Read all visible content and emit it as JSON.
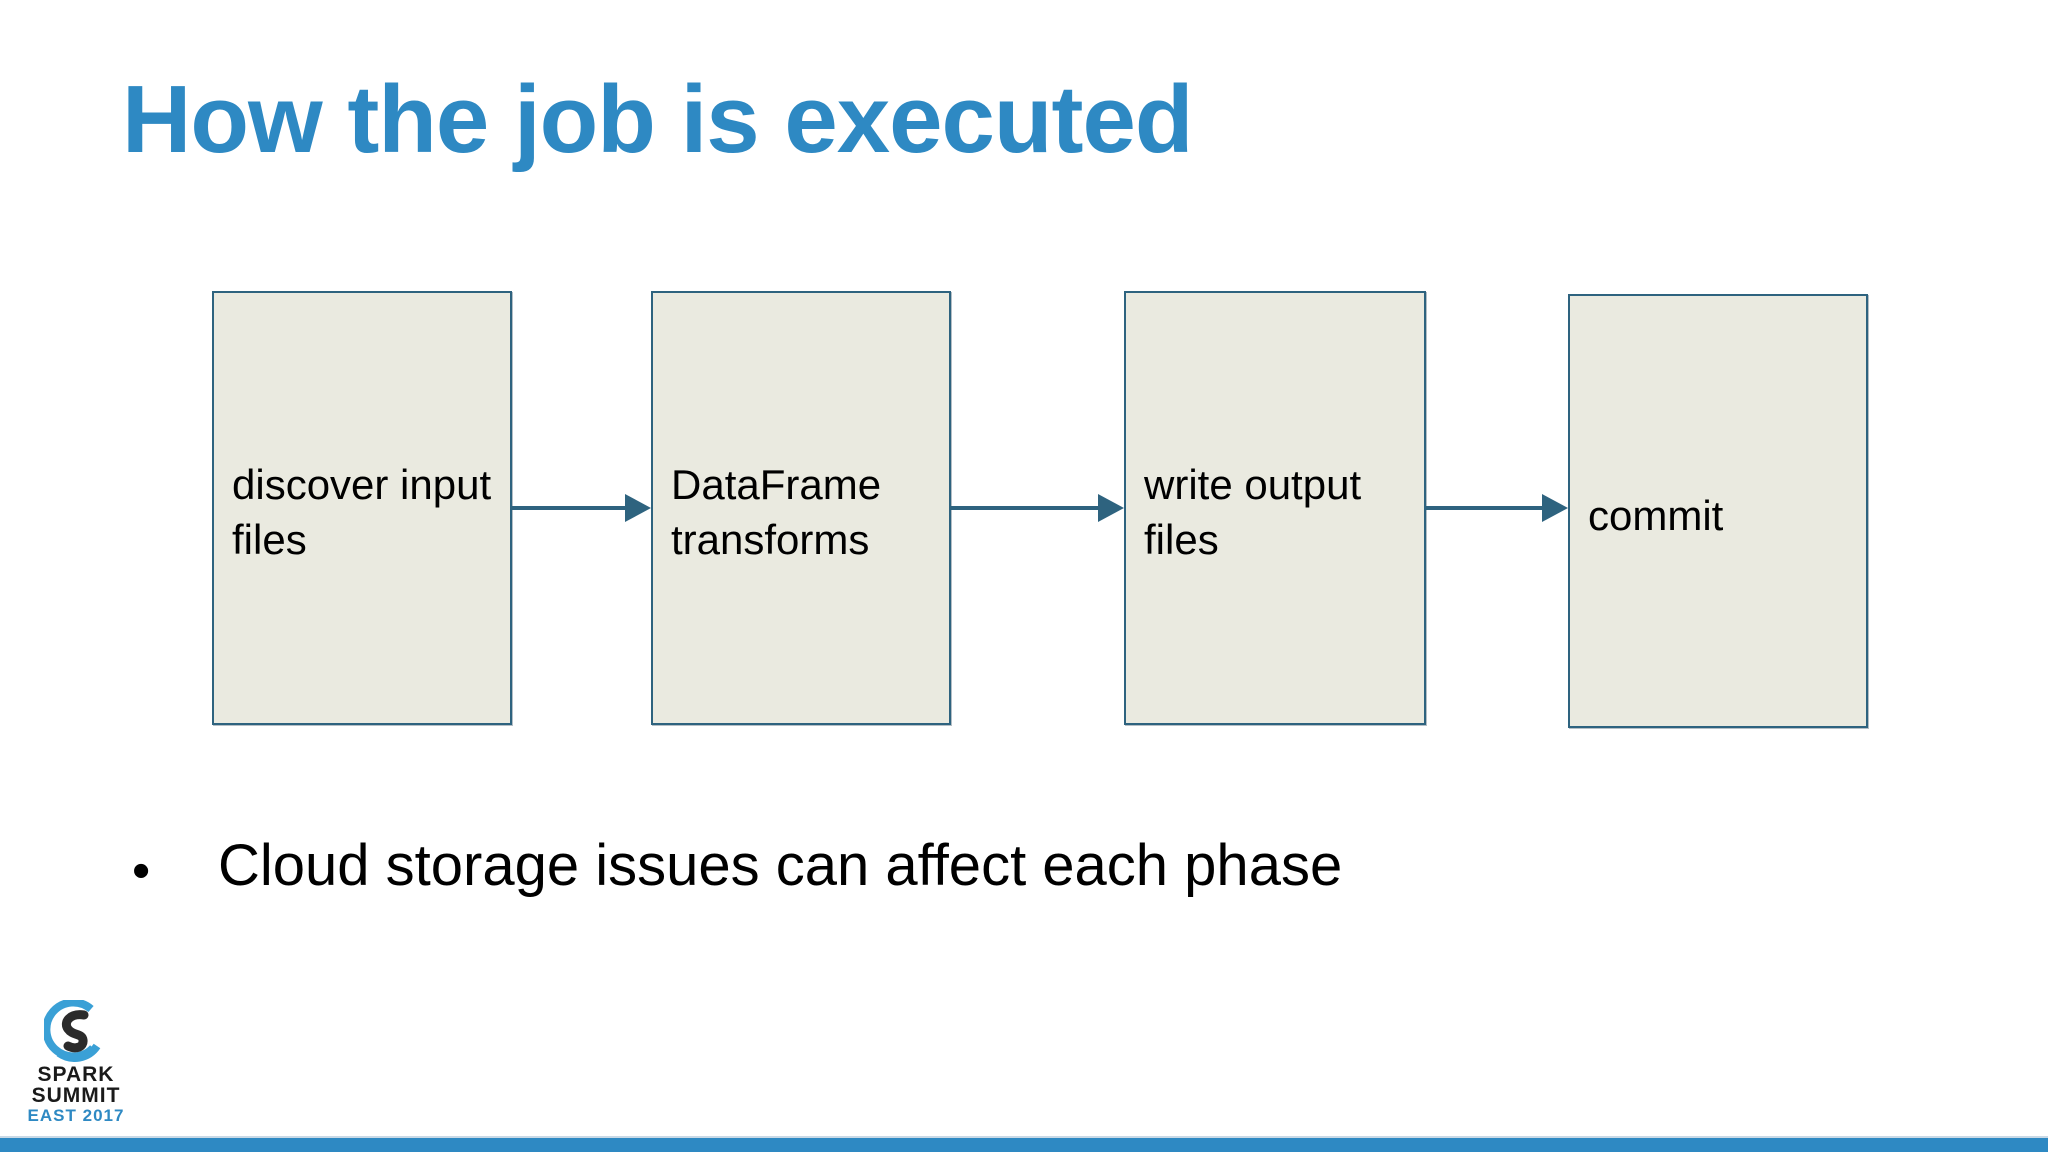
{
  "slide": {
    "title": "How the job is executed",
    "title_color": "#2e89c3",
    "background_color": "#ffffff"
  },
  "diagram": {
    "type": "flow",
    "box_fill": "#eaeae0",
    "box_border": "#2e637f",
    "arrow_color": "#2e637f",
    "boxes": [
      {
        "id": "box-1",
        "label": "discover input files"
      },
      {
        "id": "box-2",
        "label": "DataFrame transforms"
      },
      {
        "id": "box-3",
        "label": "write output files"
      },
      {
        "id": "box-4",
        "label": "commit"
      }
    ],
    "arrows": [
      {
        "id": "arrow-1",
        "from": "box-1",
        "to": "box-2"
      },
      {
        "id": "arrow-2",
        "from": "box-2",
        "to": "box-3"
      },
      {
        "id": "arrow-3",
        "from": "box-3",
        "to": "box-4"
      }
    ]
  },
  "bullets": [
    {
      "glyph": "•",
      "text": "Cloud storage issues can affect each phase"
    }
  ],
  "footer": {
    "logo": {
      "icon": "spark-summit-swirl-icon",
      "line1": "SPARK",
      "line2": "SUMMIT",
      "line3": "EAST 2017",
      "mark_blue": "#3aa0d6",
      "mark_dark": "#2b2b2b"
    },
    "bar_color": "#2e89c3"
  }
}
